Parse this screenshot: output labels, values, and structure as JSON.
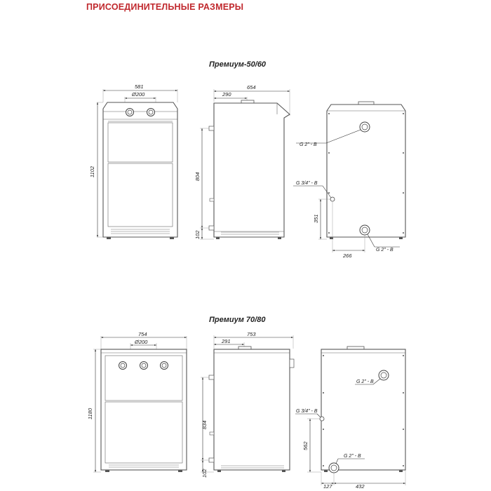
{
  "heading": "ПРИСОЕДИНИТЕЛЬНЫЕ РАЗМЕРЫ",
  "models": [
    {
      "title": "Премиум-50/60",
      "front": {
        "width": "581",
        "flue": "Ø200",
        "height": "1102"
      },
      "side": {
        "depth": "654",
        "flue_offset": "290",
        "height_upper": "804",
        "height_lower": "102"
      },
      "back": {
        "outlet": "G 2\" - B",
        "drain": "G 3/4\" - B",
        "inlet": "G 2\" - B",
        "inlet_height": "351",
        "inlet_offset": "266"
      }
    },
    {
      "title": "Премиум 70/80",
      "front": {
        "width": "754",
        "flue": "Ø200",
        "height": "1180"
      },
      "side": {
        "depth": "753",
        "flue_offset": "291",
        "height_upper": "834",
        "height_lower": "102"
      },
      "back": {
        "outlet": "G 2\" - B",
        "drain": "G 3/4\" - B",
        "inlet": "G 2\" - B",
        "inlet_height": "562",
        "inlet_offset_left": "127",
        "inlet_offset_right": "432"
      }
    }
  ]
}
